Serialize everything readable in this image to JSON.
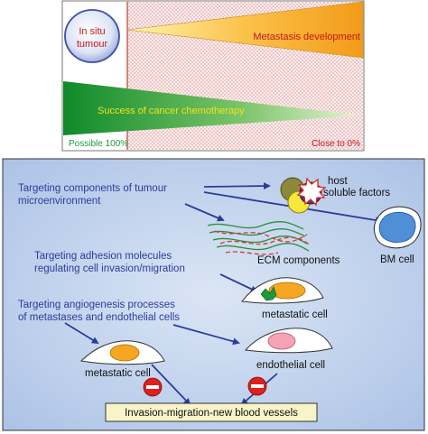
{
  "top_panel": {
    "in_situ_label_line1": "In situ",
    "in_situ_label_line2": "tumour",
    "metastasis_label": "Metastasis development",
    "chemo_label": "Success of cancer chemotherapy",
    "left_bottom_label": "Possible 100%",
    "right_bottom_label": "Close to 0%"
  },
  "bottom_panel": {
    "target_tme_line1": "Targeting components of tumour",
    "target_tme_line2": "microenvironment",
    "host_line1": "host",
    "host_line2": "soluble factors",
    "ecm_label": "ECM components",
    "bm_label": "BM cell",
    "target_adhesion_line1": "Targeting adhesion molecules",
    "target_adhesion_line2": "regulating cell invasion/migration",
    "metastatic_cell_right": "metastatic cell",
    "target_angio_line1": "Targeting angiogenesis processes",
    "target_angio_line2": "of metastases and endothelial cells",
    "metastatic_cell_left": "metastatic cell",
    "endothelial_label": "endothelial cell",
    "outcome_label": "Invasion-migration-new blood vessels"
  },
  "colors": {
    "panel_bg": "#b9cdea",
    "arrow": "#2a3d9c",
    "orange": "#f5a623",
    "green": "#1d9a3a",
    "stop_red": "#e0201b"
  }
}
